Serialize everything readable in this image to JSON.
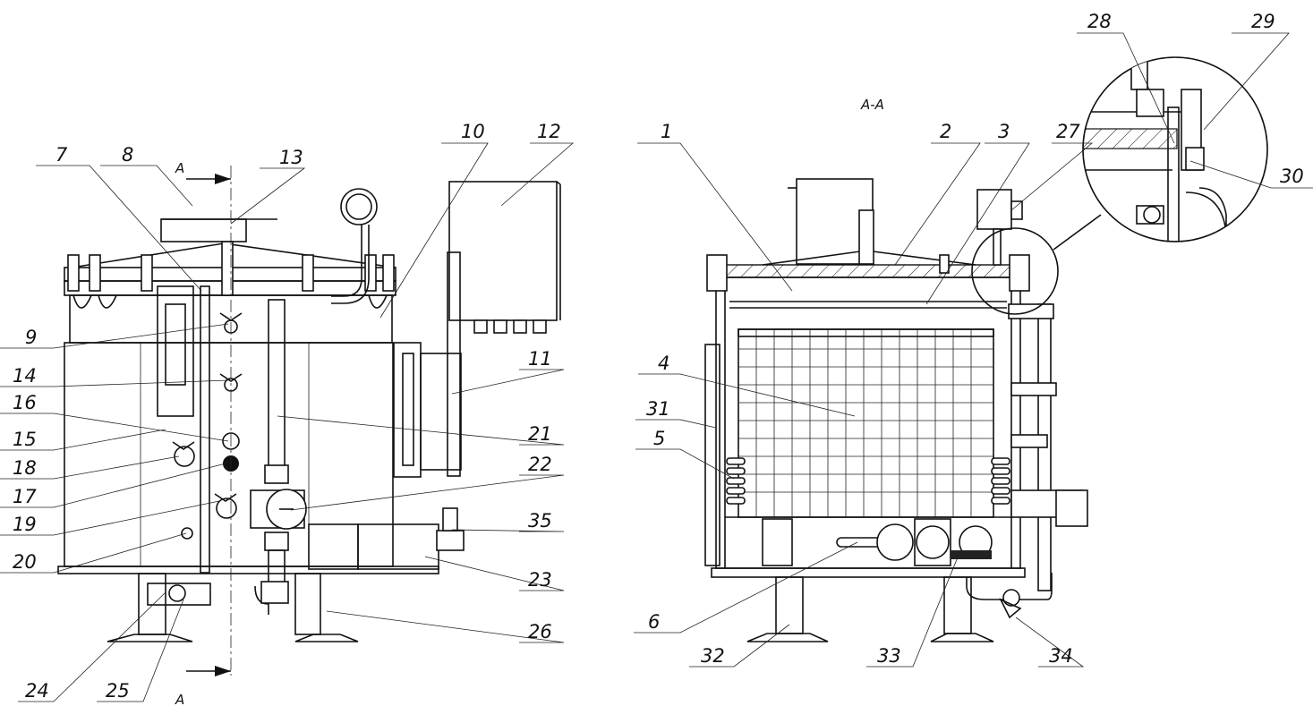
{
  "section_title": "A-A",
  "section_marks": [
    "A",
    "A"
  ],
  "left_labels": [
    "7",
    "8",
    "13",
    "10",
    "12",
    "9",
    "14",
    "16",
    "15",
    "18",
    "17",
    "19",
    "20",
    "11",
    "21",
    "22",
    "35",
    "23",
    "26",
    "24",
    "25"
  ],
  "right_labels": [
    "1",
    "2",
    "3",
    "27",
    "28",
    "29",
    "30",
    "4",
    "31",
    "5",
    "6",
    "32",
    "33",
    "34"
  ]
}
